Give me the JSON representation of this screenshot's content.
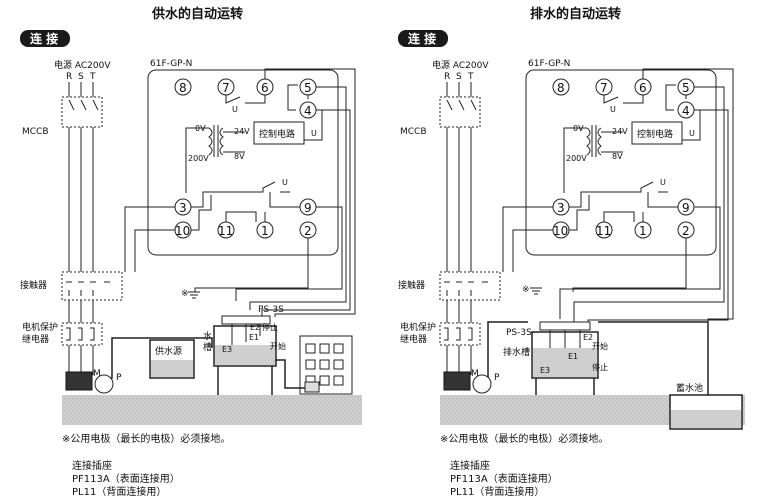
{
  "left": {
    "title": "供水的自动运转",
    "tag": "连 接",
    "power": "电源 AC200V",
    "phases": [
      "R",
      "S",
      "T"
    ],
    "mccb": "MCCB",
    "model": "61F-GP-N",
    "terminals": {
      "t8": "8",
      "t7": "7",
      "t6": "6",
      "t5": "5",
      "t4": "4",
      "t3": "3",
      "t10": "10",
      "t11": "11",
      "t1": "1",
      "t9": "9",
      "t2": "2"
    },
    "ctrl": "控制电路",
    "v0": "0V",
    "v24": "24V",
    "v8": "8V",
    "v200": "200V",
    "u": "U",
    "contactor": "接触器",
    "relay": [
      "电机保护",
      "继电器"
    ],
    "ps3s": "PS-3S",
    "stop": "停止",
    "start": "开始",
    "tank1": "水",
    "tank2": "槽",
    "source": "供水源",
    "e1": "E1",
    "e2": "E2",
    "e3": "E3",
    "m": "M",
    "p": "P",
    "note": "※公用电极（最长的电极）必须接地。",
    "conn1": "连接插座",
    "conn2": "PF113A（表面连接用）",
    "conn3": "PL11（背面连接用）"
  },
  "right": {
    "title": "排水的自动运转",
    "tag": "连 接",
    "power": "电源 AC200V",
    "phases": [
      "R",
      "S",
      "T"
    ],
    "mccb": "MCCB",
    "model": "61F-GP-N",
    "terminals": {
      "t8": "8",
      "t7": "7",
      "t6": "6",
      "t5": "5",
      "t4": "4",
      "t3": "3",
      "t10": "10",
      "t11": "11",
      "t1": "1",
      "t9": "9",
      "t2": "2"
    },
    "ctrl": "控制电路",
    "v0": "0V",
    "v24": "24V",
    "v8": "8V",
    "v200": "200V",
    "u": "U",
    "contactor": "接触器",
    "relay": [
      "电机保护",
      "继电器"
    ],
    "ps3s": "PS-3S",
    "stop": "停止",
    "start": "开始",
    "tank": "排水槽",
    "reservoir": "蓄水池",
    "e1": "E1",
    "e2": "E2",
    "e3": "E3",
    "m": "M",
    "p": "P",
    "note": "※公用电极（最长的电极）必须接地。",
    "conn1": "连接插座",
    "conn2": "PF113A（表面连接用）",
    "conn3": "PL11（背面连接用）"
  },
  "ground_mark": "※"
}
